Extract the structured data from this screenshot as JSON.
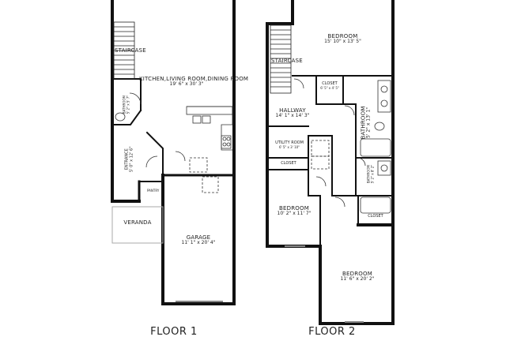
{
  "floor1": {
    "title": "FLOOR 1",
    "rooms": {
      "staircase": "STAIRCASE",
      "kitchen": {
        "name": "KITCHEN,LIVING ROOM,DINING ROOM",
        "dim": "19' 6\" x 30' 3\""
      },
      "bathroom": {
        "name": "BATHROOM",
        "dim": "5' 2\" x 5' 7\""
      },
      "entrance": {
        "name": "ENTRANCE",
        "dim": "5' 0\" x 12' 6\""
      },
      "pantry": "PANTRY",
      "veranda": "VERANDA",
      "garage": {
        "name": "GARAGE",
        "dim": "11' 1\" x 20' 4\""
      }
    }
  },
  "floor2": {
    "title": "FLOOR 2",
    "rooms": {
      "staircase": "STAIRCASE",
      "bedroom_top": {
        "name": "BEDROOM",
        "dim": "15' 10\" x 13' 5\""
      },
      "closet_top": {
        "name": "CLOSET",
        "dim": "6' 5\" x 4' 5\""
      },
      "bathroom_main": {
        "name": "BATHROOM",
        "dim": "5' 2\" x 13' 1\""
      },
      "hallway": {
        "name": "HALLWAY",
        "dim": "14' 1\" x 14' 3\""
      },
      "utility": {
        "name": "UTILITY ROOM",
        "dim": "6' 5\" x 3' 10\""
      },
      "closet_mid": "CLOSET",
      "bathroom_small": {
        "name": "BATHROOM",
        "dim": "5' 2\" x 8' 2\""
      },
      "bedroom_mid": {
        "name": "BEDROOM",
        "dim": "10' 2\" x 11' 7\""
      },
      "closet_right": "CLOSET",
      "bedroom_bottom": {
        "name": "BEDROOM",
        "dim": "11' 6\" x 20' 2\""
      }
    }
  }
}
